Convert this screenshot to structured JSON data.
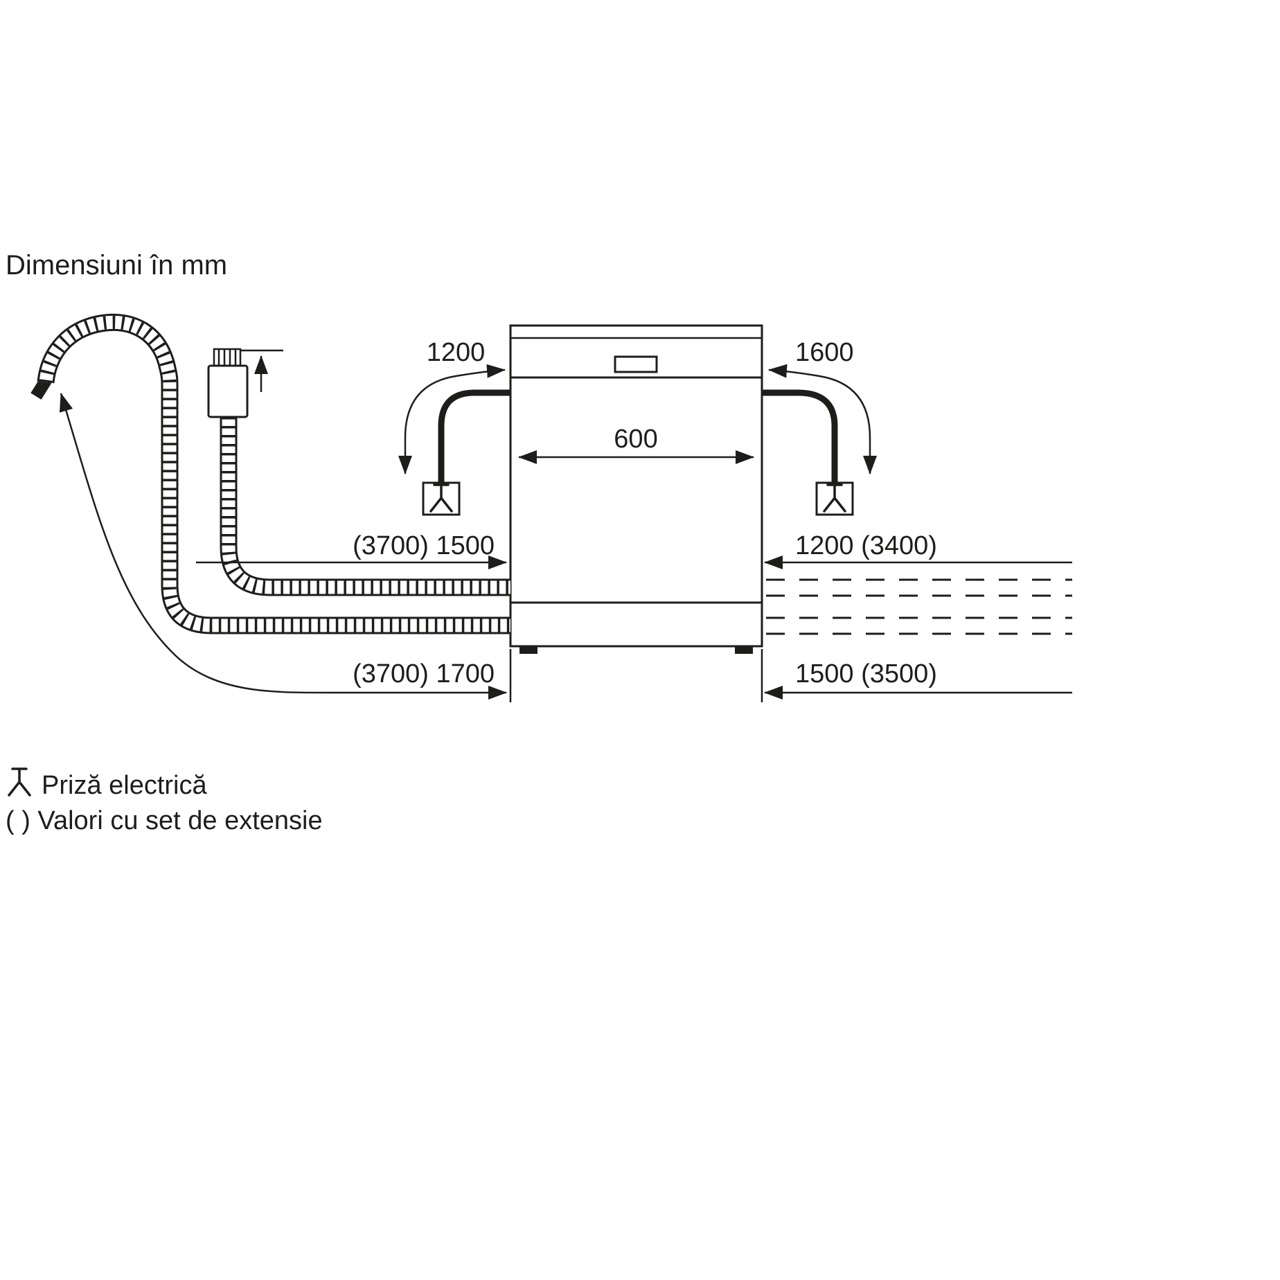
{
  "title": "Dimensiuni în mm",
  "dimensions": {
    "power_cable_left": "1200",
    "power_cable_right": "1600",
    "machine_width": "600",
    "supply_hose": "(3700) 1500",
    "right_upper": "1200 (3400)",
    "drain_hose": "(3700) 1700",
    "right_lower": "1500 (3500)"
  },
  "legend": {
    "outlet": "Priză electrică",
    "extension": "( ) Valori cu set de extensie"
  }
}
